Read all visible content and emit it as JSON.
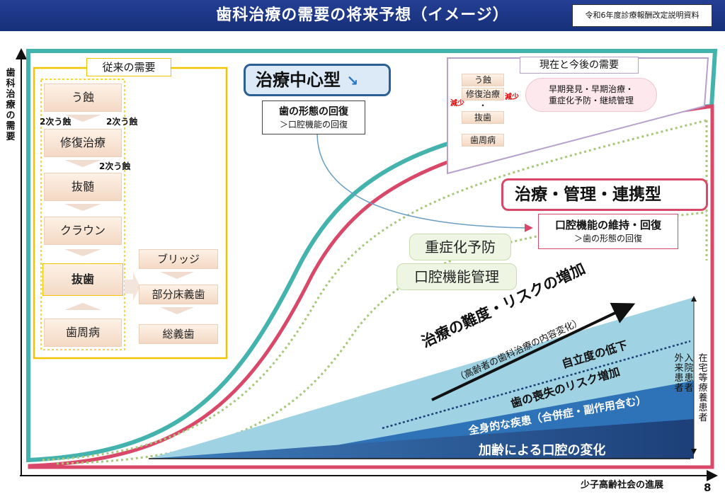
{
  "header": {
    "title": "歯科治療の需要の将来予想（イメージ）",
    "doc_label": "令和6年度診療報酬改定説明資料"
  },
  "axes": {
    "y_label": "歯科治療の需要",
    "x_label": "少子高齢社会の進展"
  },
  "page_number": "8",
  "conventional": {
    "title": "従来の需要",
    "steps": [
      "う蝕",
      "修復治療",
      "抜髄",
      "クラウン",
      "抜歯",
      "歯周病"
    ],
    "branch_steps": [
      "ブリッジ",
      "部分床義歯",
      "総義歯"
    ],
    "secondary_caries": "2次う蝕"
  },
  "treatment_centered": {
    "title": "治療中心型",
    "main": "歯の形態の回復",
    "sub": "＞口腔機能の回復"
  },
  "current_future": {
    "title": "現在と今後の需要",
    "steps": [
      "う蝕",
      "修復治療",
      "・",
      "抜歯",
      "歯周病"
    ],
    "decrease": "減少",
    "bubble": [
      "早期発見・早期治療・",
      "重症化予防・継続管理"
    ]
  },
  "integrated": {
    "title": "治療・管理・連携型",
    "main": "口腔機能の維持・回復",
    "sub": "＞歯の形態の回復"
  },
  "pills": [
    "重症化予防",
    "口腔機能管理"
  ],
  "bands": {
    "difficulty": "治療の難度・リスクの増加",
    "difficulty_sub": "（高齢者の歯科治療の内容変化）",
    "independence": "自立度の低下",
    "tooth_loss": "歯の喪失のリスク増加",
    "systemic": "全身的な疾患（合併症・副作用含む）",
    "aging": "加齢による口腔の変化"
  },
  "patient_types": {
    "outpatient": "外来患者",
    "inpatient": "入院患者",
    "home": "在宅等療養患者"
  },
  "colors": {
    "header": "#1f3a8a",
    "teal": "#45b3ad",
    "crimson": "#d94868",
    "yellow_border": "#f5c400",
    "purple_border": "#b7a0cc",
    "band_light": "#9fd3e3",
    "band_mid": "#2e72b8",
    "band_dark": "#1d3f78"
  }
}
